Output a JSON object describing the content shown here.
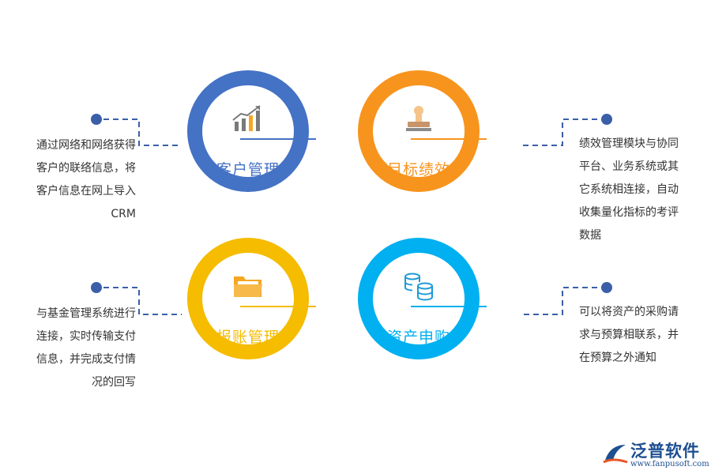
{
  "nodes": [
    {
      "id": "c1",
      "title": "客户管理",
      "icon": "chart-bar-trend-icon",
      "color": "#4472c4"
    },
    {
      "id": "c2",
      "title": "目标绩效",
      "icon": "stamp-icon",
      "color": "#f7941d"
    },
    {
      "id": "c3",
      "title": "报账管理",
      "icon": "folder-icon",
      "color": "#f5bc00"
    },
    {
      "id": "c4",
      "title": "资产申购",
      "icon": "coin-stack-icon",
      "color": "#00b0f0"
    }
  ],
  "descriptions": {
    "d1": [
      "通过网络和网络获得",
      "客户的联络信息，将",
      "客户信息在网上导入",
      "CRM"
    ],
    "d2": [
      "绩效管理模块与协同",
      "平台、业务系统或其",
      "它系统相连接，自动",
      "收集量化指标的考评",
      "数据"
    ],
    "d3": [
      "与基金管理系统进行",
      "连接，实时传输支付",
      "信息，并完成支付情",
      "况的回写"
    ],
    "d4": [
      "可以将资产的采购请",
      "求与预算相联系，并",
      "在预算之外通知"
    ]
  },
  "logo": {
    "brand": "泛普软件",
    "url": "www.fanpusoft.com"
  },
  "colors": {
    "connector": "#3a5fa8",
    "text": "#333333"
  }
}
